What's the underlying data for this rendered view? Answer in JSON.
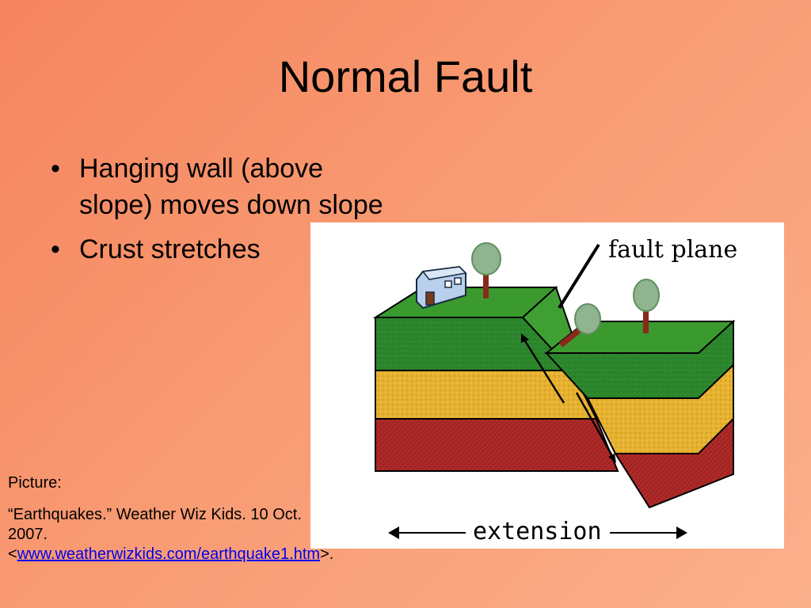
{
  "slide": {
    "title": "Normal Fault",
    "bullets": [
      "Hanging wall (above slope) moves down slope",
      "Crust stretches"
    ]
  },
  "figure": {
    "label_fault_plane": "fault plane",
    "label_extension": "extension",
    "colors": {
      "grass": "#2e8b2e",
      "grass_top": "#3a9a2e",
      "sand": "#e6b230",
      "rock": "#b02a2a",
      "tree_foliage": "#8fb48f",
      "trunk": "#8b2a1a",
      "house": "#b8d0ee"
    }
  },
  "citation": {
    "label": "Picture:",
    "source": "“Earthquakes.” Weather Wiz Kids. 10 Oct. 2007.",
    "link_open": "<",
    "link_text": "www.weatherwizkids.com/earthquake1.htm",
    "link_close": ">."
  }
}
